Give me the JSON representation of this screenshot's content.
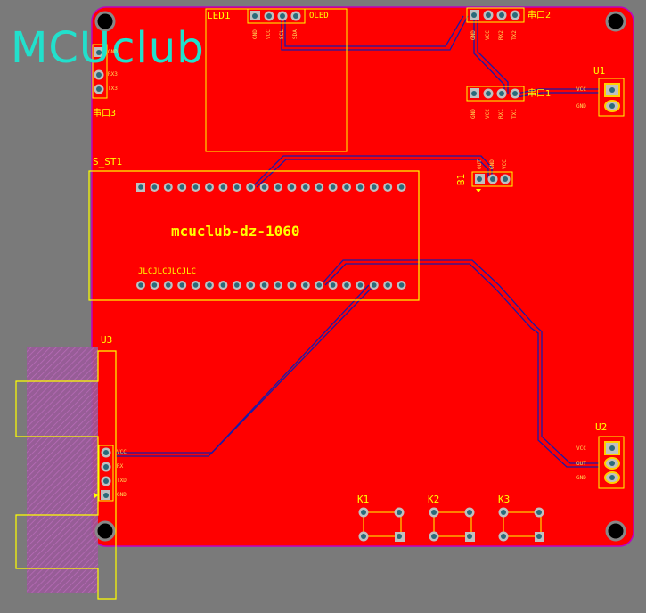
{
  "logo": "MCUclub",
  "board_title": "mcuclub-dz-1060",
  "designators": {
    "led": "LED1",
    "led_name": "OLED",
    "port2": "串口2",
    "port1": "串口1",
    "port3": "串口3",
    "u1": "U1",
    "u2": "U2",
    "u3": "U3",
    "module": "S_ST1",
    "b1": "B1",
    "k1": "K1",
    "k2": "K2",
    "k3": "K3",
    "module_pins": "JLCJLCJLCJLC"
  },
  "pins": {
    "oled": [
      "GND",
      "VCC",
      "SCL",
      "SDA"
    ],
    "port2": [
      "GND",
      "VCC",
      "RX2",
      "TX2"
    ],
    "port1": [
      "GND",
      "VCC",
      "RX1",
      "TX1"
    ],
    "port3": [
      "GND",
      "RX3",
      "TX3"
    ],
    "b1": [
      "OUT",
      "GND",
      "VCC"
    ],
    "u1": [
      "VCC",
      "GND"
    ],
    "u2": [
      "VCC",
      "OUT",
      "GND"
    ],
    "u3": [
      "VCC",
      "RX",
      "TXD",
      "GND"
    ]
  },
  "colors": {
    "background": "#7a7a7a",
    "board": "#ff0000",
    "silkscreen": "#ffff00",
    "trace": "#1a1aa8",
    "pad": "#c0c0c0",
    "keepout": "#b060b0",
    "logo": "#22e0cc"
  }
}
